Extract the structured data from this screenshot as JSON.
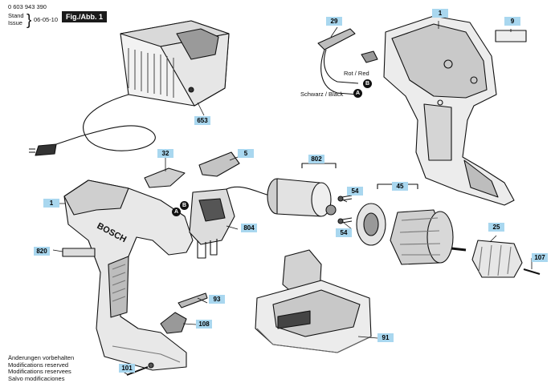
{
  "header": {
    "doc_number": "0 603 943 390",
    "stand": "Stand",
    "issue": "Issue",
    "date": "06-05-10",
    "figure_label": "Fig./Abb. 1"
  },
  "callouts": [
    "29",
    "1",
    "9",
    "653",
    "32",
    "5",
    "802",
    "54",
    "45",
    "1",
    "804",
    "54",
    "25",
    "820",
    "107",
    "93",
    "108",
    "91",
    "101"
  ],
  "wires": {
    "red_label": "Rot / Red",
    "black_label": "Schwarz / Black",
    "marker_a": "A",
    "marker_b": "B"
  },
  "footer": [
    "Änderungen vorbehalten",
    "Modifications reserved",
    "Modifications reservees",
    "Salvo modificaciones"
  ],
  "colors": {
    "callout_bg": "#a9d7ef",
    "ink": "#111111"
  }
}
